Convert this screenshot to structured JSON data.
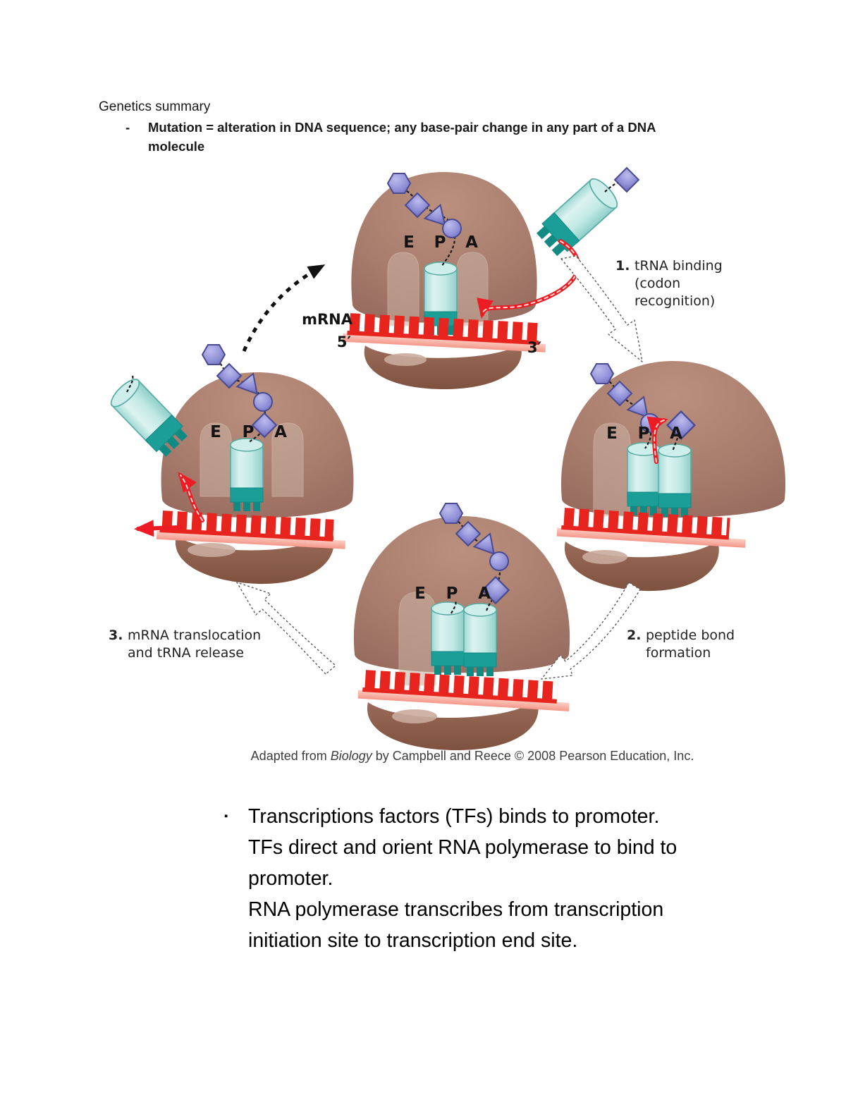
{
  "document": {
    "heading": "Genetics summary",
    "bullet": {
      "marker": "-",
      "line1": "Mutation = alteration in DNA sequence; any base-pair change in any part of a DNA",
      "line2": "molecule"
    }
  },
  "diagram": {
    "mrna_label": "mRNA",
    "five_prime": "5′",
    "three_prime": "3′",
    "site_e": "E",
    "site_p": "P",
    "site_a": "A",
    "steps": [
      {
        "number": "1.",
        "lines": [
          "tRNA binding",
          "(codon",
          "recognition)"
        ]
      },
      {
        "number": "2.",
        "lines": [
          "peptide bond",
          "formation"
        ]
      },
      {
        "number": "3.",
        "lines": [
          "mRNA translocation",
          "and tRNA release"
        ]
      }
    ],
    "colors": {
      "ribosome_large_subunit": "#a87c6c",
      "ribosome_small_subunit": "#8d5f50",
      "site_slot": "#c9b0a2",
      "trna_body": "#bfe8e4",
      "trna_anticodon": "#1b9e97",
      "mrna_red": "#e8241f",
      "mrna_ribbon": "#f9ab9e",
      "amino_acid_purple": "#8f8fd8",
      "arrow_red": "#ed1c24"
    }
  },
  "attribution": {
    "prefix": "Adapted from ",
    "book_title": "Biology",
    "suffix": " by Campbell and Reece © 2008 Pearson Education, Inc."
  },
  "notes": {
    "marker": "▪",
    "lines": [
      "Transcriptions factors (TFs) binds to promoter.",
      "TFs direct and orient RNA polymerase to bind to",
      "promoter.",
      "RNA polymerase transcribes from transcription",
      "initiation site to transcription end site."
    ]
  }
}
